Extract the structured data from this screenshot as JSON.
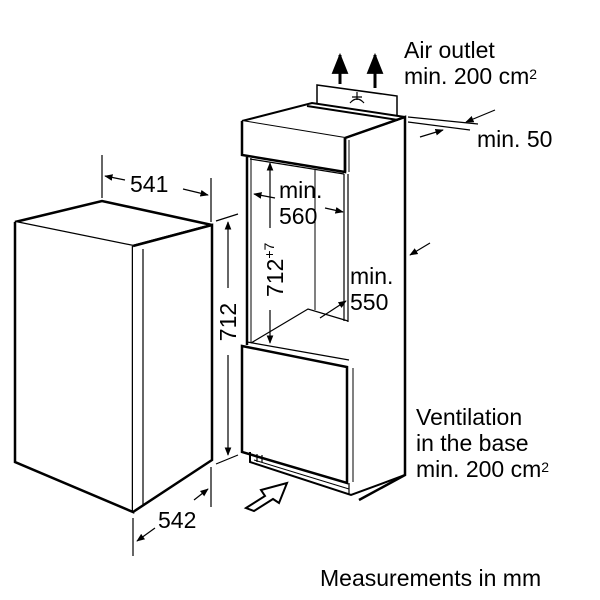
{
  "diagram": {
    "title": "Built-in appliance installation dimensions",
    "annotations": {
      "air_outlet_line1": "Air outlet",
      "air_outlet_line2": "min. 200 cm",
      "air_outlet_sup": "2",
      "top_gap": "min. 50",
      "ventilation_line1": "Ventilation",
      "ventilation_line2": "in the base",
      "ventilation_line3": "min. 200 cm",
      "ventilation_sup": "2",
      "units_note": "Measurements in mm"
    },
    "appliance_dimensions": {
      "width": "541",
      "height": "712",
      "depth": "542"
    },
    "niche_dimensions": {
      "width_label_line1": "min.",
      "width_label_line2": "560",
      "height": "712",
      "height_tolerance": "+7",
      "depth_label_line1": "min.",
      "depth_label_line2": "550"
    },
    "colors": {
      "line": "#000000",
      "background": "#ffffff"
    }
  }
}
